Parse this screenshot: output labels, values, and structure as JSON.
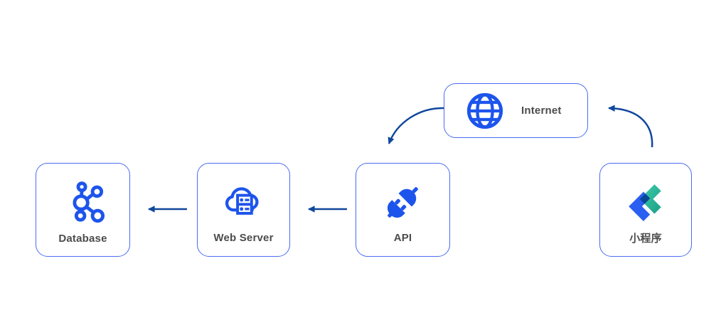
{
  "diagram": {
    "nodes": [
      {
        "id": "internet",
        "label": "Internet",
        "icon": "globe-icon"
      },
      {
        "id": "miniprogram",
        "label": "小程序",
        "icon": "miniprogram-icon"
      },
      {
        "id": "api",
        "label": "API",
        "icon": "plug-icon"
      },
      {
        "id": "webserver",
        "label": "Web Server",
        "icon": "cloud-server-icon"
      },
      {
        "id": "database",
        "label": "Database",
        "icon": "network-nodes-icon"
      }
    ],
    "edges": [
      {
        "from": "小程序",
        "to": "Internet",
        "shape": "curved"
      },
      {
        "from": "Internet",
        "to": "API",
        "shape": "curved"
      },
      {
        "from": "API",
        "to": "Web Server",
        "shape": "straight"
      },
      {
        "from": "Web Server",
        "to": "Database",
        "shape": "straight"
      }
    ]
  },
  "colors": {
    "box_border": "#4a6cf0",
    "icon_blue": "#1d54ec",
    "arrow_navy": "#11479e",
    "label_gray": "#4c4c4c",
    "mini_blue": "#2b5ff2",
    "mini_green_light": "#3ecfad",
    "mini_green_dark": "#1d9e86",
    "background": "#ffffff"
  }
}
